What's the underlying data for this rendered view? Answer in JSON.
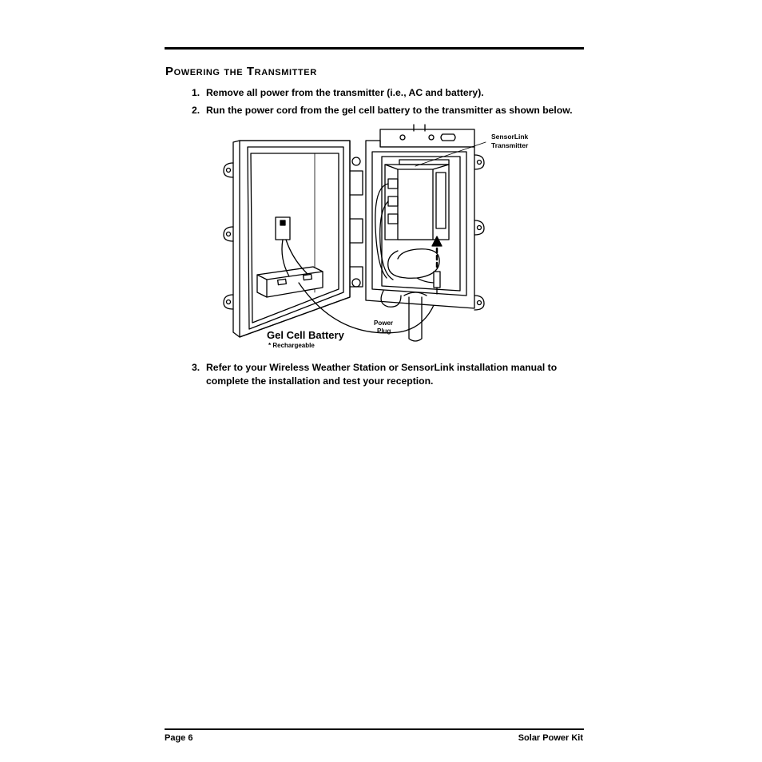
{
  "section": {
    "title": "Powering the Transmitter"
  },
  "steps": [
    {
      "num": "1.",
      "text": "Remove all power from the transmitter (i.e., AC and battery)."
    },
    {
      "num": "2.",
      "text": "Run the power cord from the gel cell battery to the transmitter as shown below."
    },
    {
      "num": "3.",
      "text": "Refer to your Wireless Weather Station or SensorLink installation manual to complete the installation and test your reception."
    }
  ],
  "figure": {
    "label_transmitter": "SensorLink Transmitter",
    "label_transmitter_line1": "SensorLink",
    "label_transmitter_line2": "Transmitter",
    "label_battery": "Gel Cell Battery",
    "label_battery_note": "* Rechargeable",
    "label_plug_line1": "Power",
    "label_plug_line2": "Plug"
  },
  "footer": {
    "page": "Page 6",
    "doc_title": "Solar Power Kit"
  }
}
